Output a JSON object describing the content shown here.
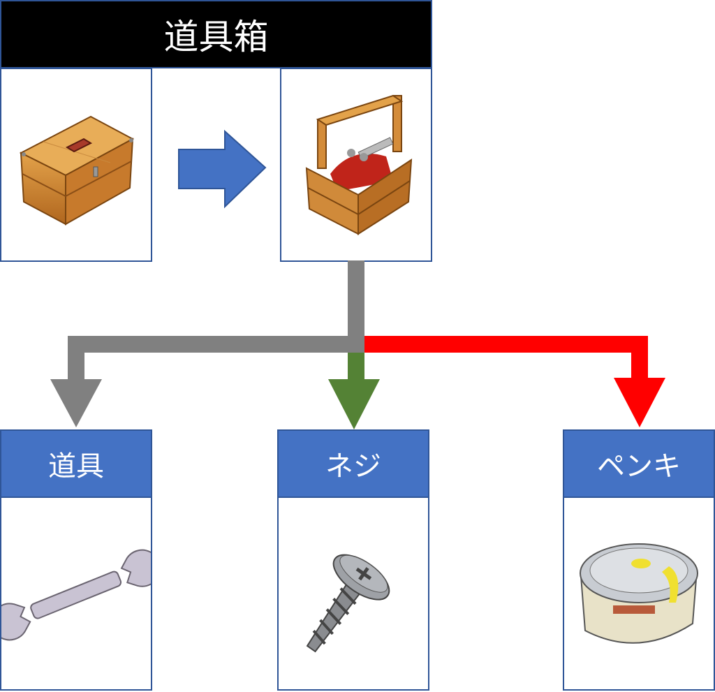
{
  "header": {
    "title": "道具箱"
  },
  "colors": {
    "border": "#2F5597",
    "label_fill": "#4472C4",
    "arrow_blue": "#4472C4",
    "line_gray": "#808080",
    "arrow_green": "#548235",
    "arrow_red": "#FF0000"
  },
  "items": [
    {
      "label": "道具",
      "icon": "wrench-icon"
    },
    {
      "label": "ネジ",
      "icon": "screw-icon"
    },
    {
      "label": "ペンキ",
      "icon": "paint-can-icon"
    }
  ],
  "top_icons": [
    "closed-toolbox-icon",
    "open-toolbox-icon"
  ]
}
